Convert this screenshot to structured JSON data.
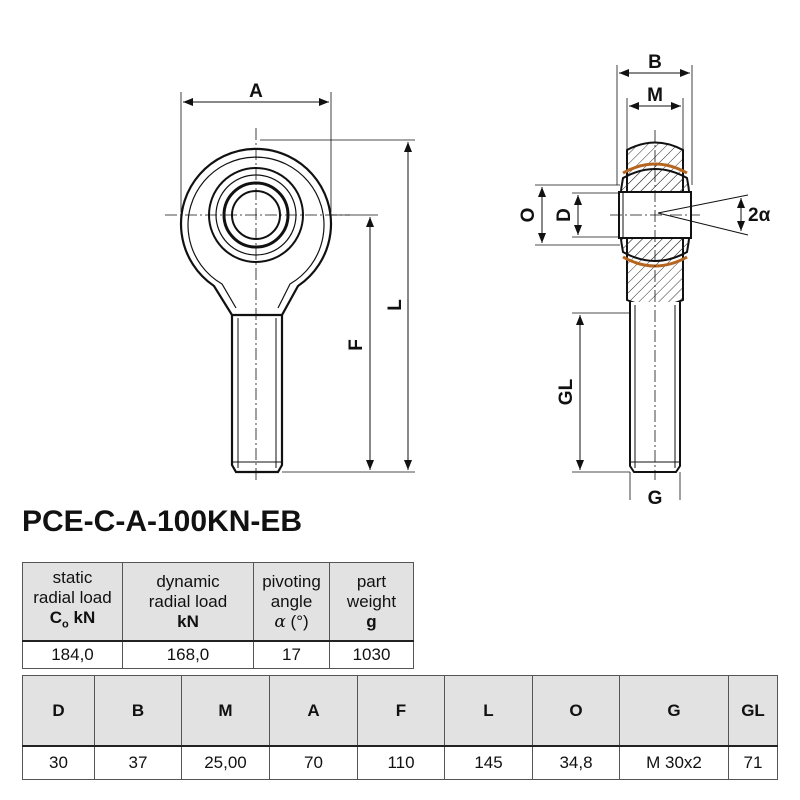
{
  "drawing": {
    "front_view_labels": {
      "A": "A",
      "F": "F",
      "L": "L"
    },
    "side_view_labels": {
      "B": "B",
      "M": "M",
      "O": "O",
      "D": "D",
      "angle": "2α",
      "GL": "GL",
      "G": "G"
    },
    "liner_color": "#b5651d"
  },
  "title": "PCE-C-A-100KN-EB",
  "specs_table": {
    "headers": [
      {
        "line1": "static",
        "line2": "radial load",
        "line3": "C",
        "sub": "o",
        "unit": " kN"
      },
      {
        "line1": "dynamic",
        "line2": "radial load",
        "line3": "",
        "sub": "",
        "unit": "kN"
      },
      {
        "line1": "pivoting",
        "line2": "angle",
        "line3": "α",
        "sub": "",
        "unit": " (°)"
      },
      {
        "line1": "part",
        "line2": "weight",
        "line3": "",
        "sub": "",
        "unit": "g"
      }
    ],
    "values": [
      "184,0",
      "168,0",
      "17",
      "1030"
    ]
  },
  "dimensions_table": {
    "headers": [
      "D",
      "B",
      "M",
      "A",
      "F",
      "L",
      "O",
      "G",
      "GL"
    ],
    "values": [
      "30",
      "37",
      "25,00",
      "70",
      "110",
      "145",
      "34,8",
      "M 30x2",
      "71"
    ]
  }
}
